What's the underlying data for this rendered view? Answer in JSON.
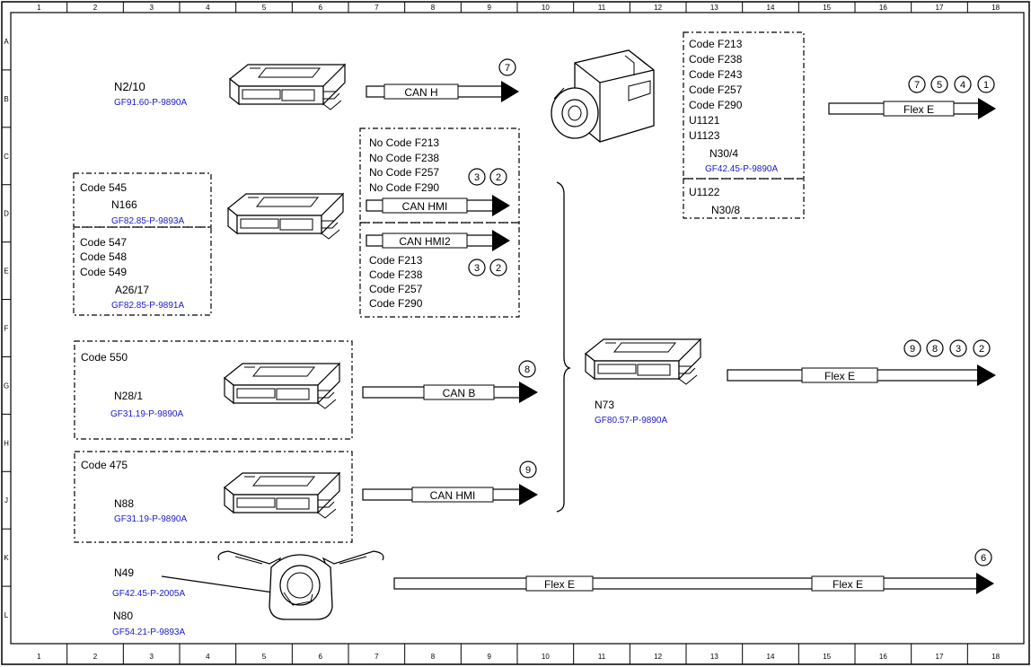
{
  "grid": {
    "columns": [
      "1",
      "2",
      "3",
      "4",
      "5",
      "6",
      "7",
      "8",
      "9",
      "10",
      "11",
      "12",
      "13",
      "14",
      "15",
      "16",
      "17",
      "18"
    ],
    "rows": [
      "A",
      "B",
      "C",
      "D",
      "E",
      "F",
      "G",
      "H",
      "J",
      "K",
      "L"
    ]
  },
  "n210": {
    "name": "N2/10",
    "ref": "GF91.60-P-9890A"
  },
  "bus_can_h": {
    "label": "CAN H",
    "circles": [
      "7"
    ]
  },
  "n304": {
    "codes": [
      "Code F213",
      "Code F238",
      "Code F243",
      "Code F257",
      "Code F290",
      "U1121",
      "U1123"
    ],
    "name": "N30/4",
    "ref": "GF42.45-P-9890A"
  },
  "n308": {
    "code": "U1122",
    "name": "N30/8"
  },
  "flex_top": {
    "label": "Flex E",
    "circles": [
      "7",
      "5",
      "4",
      "1"
    ]
  },
  "hmi_group_a": {
    "codes": [
      "No Code F213",
      "No Code F238",
      "No Code F257",
      "No Code F290"
    ],
    "bus": "CAN HMI",
    "circles": [
      "3",
      "2"
    ]
  },
  "hmi_group_b": {
    "bus": "CAN HMI2",
    "codes": [
      "Code F213",
      "Code F238",
      "Code F257",
      "Code F290"
    ],
    "circles": [
      "3",
      "2"
    ]
  },
  "n166": {
    "code": "Code 545",
    "name": "N166",
    "ref": "GF82.85-P-9893A"
  },
  "a2617": {
    "codes": [
      "Code 547",
      "Code 548",
      "Code 549"
    ],
    "name": "A26/17",
    "ref": "GF82.85-P-9891A"
  },
  "n281": {
    "code": "Code 550",
    "name": "N28/1",
    "ref": "GF31.19-P-9890A"
  },
  "bus_can_b": {
    "label": "CAN B",
    "circles": [
      "8"
    ]
  },
  "n88": {
    "code": "Code 475",
    "name": "N88",
    "ref": "GF31.19-P-9890A"
  },
  "bus_can_hmi_n88": {
    "label": "CAN HMI",
    "circles": [
      "9"
    ]
  },
  "n73": {
    "name": "N73",
    "ref": "GF80.57-P-9890A"
  },
  "flex_mid": {
    "label": "Flex E",
    "circles": [
      "9",
      "8",
      "3",
      "2"
    ]
  },
  "n49": {
    "name": "N49",
    "ref": "GF42.45-P-2005A"
  },
  "n80": {
    "name": "N80",
    "ref": "GF54.21-P-9893A"
  },
  "flex_bottom": {
    "labels": [
      "Flex E",
      "Flex E"
    ],
    "circles": [
      "6"
    ]
  },
  "colors": {
    "reference": "#1a1acc",
    "line": "#000000"
  }
}
